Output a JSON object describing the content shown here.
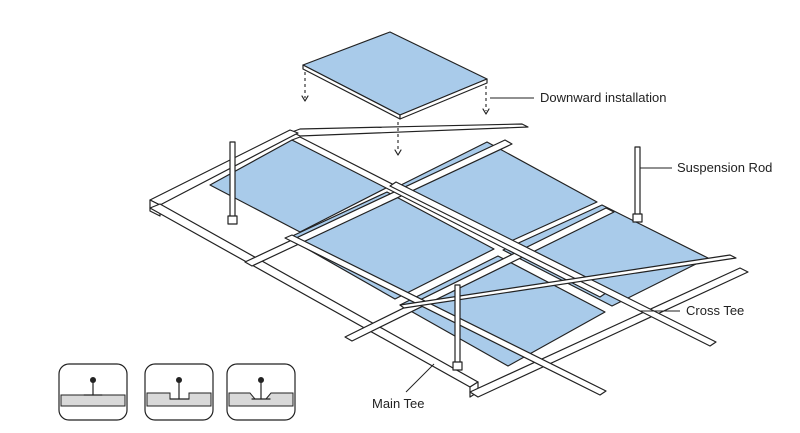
{
  "colors": {
    "panel": "#a9cbea",
    "line": "#222222",
    "detail_bg": "#d9d9d9",
    "background": "#ffffff"
  },
  "labels": {
    "downward_installation": "Downward installation",
    "suspension_rod": "Suspension Rod",
    "cross_tee": "Cross Tee",
    "main_tee": "Main Tee"
  },
  "details": [
    {
      "name": "detail-flat-edge"
    },
    {
      "name": "detail-tegular-edge"
    },
    {
      "name": "detail-bevel-edge"
    }
  ]
}
